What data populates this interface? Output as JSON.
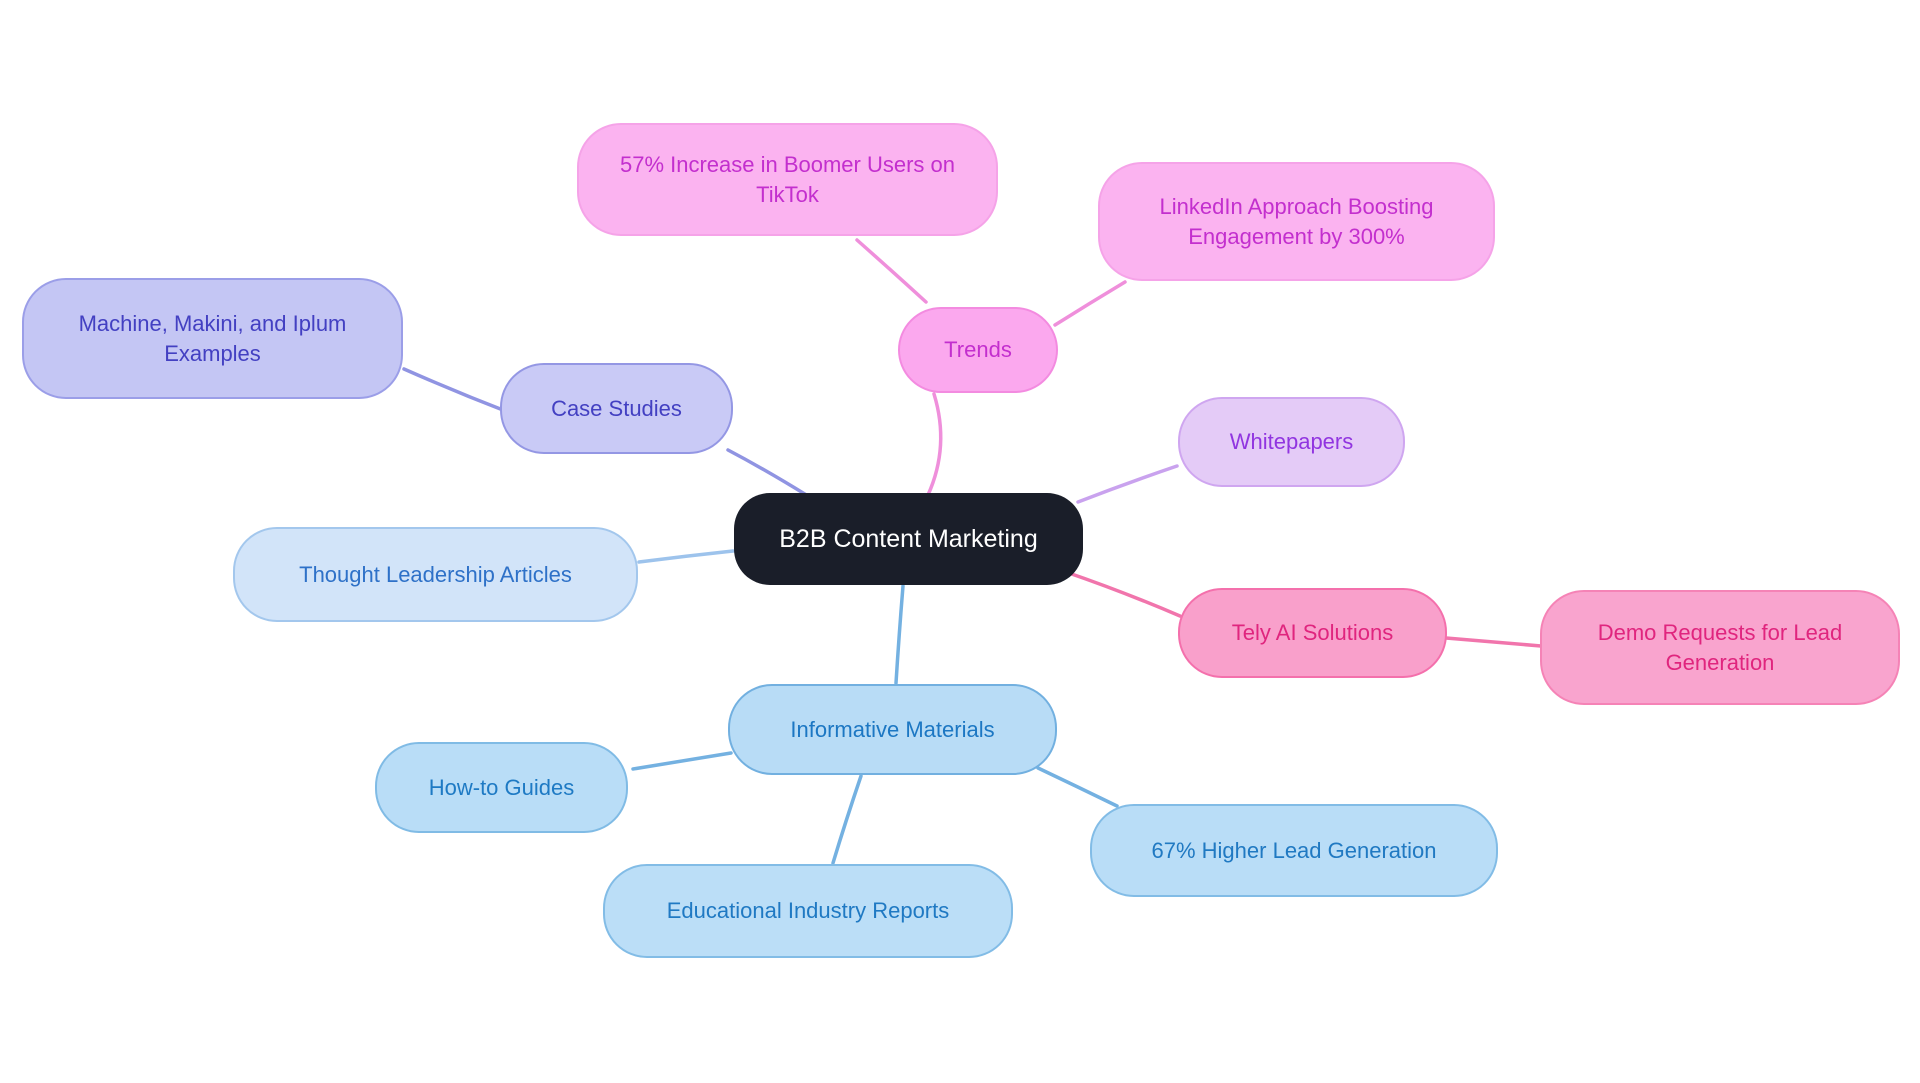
{
  "background": "#FFFFFF",
  "mindmap": {
    "root": {
      "label": "B2B Content Marketing",
      "fill": "#1A1E29",
      "text_color": "#FFFFFF"
    },
    "branches": [
      {
        "label": "Trends",
        "fill": "#FBA8EE",
        "border": "#F38BE0",
        "text_color": "#C32FCE",
        "edge_color": "#EF8FDB",
        "children": [
          {
            "label": "57% Increase in Boomer Users on TikTok",
            "fill": "#FBB3F0",
            "border": "#F5A3E8",
            "text_color": "#C32FCE"
          },
          {
            "label": "LinkedIn Approach Boosting Engagement by 300%",
            "fill": "#FBB3F0",
            "border": "#F5A3E8",
            "text_color": "#C32FCE"
          }
        ]
      },
      {
        "label": "Case Studies",
        "fill": "#C9CAF6",
        "border": "#9497E4",
        "text_color": "#4340C2",
        "edge_color": "#9094E2",
        "children": [
          {
            "label": "Machine, Makini, and Iplum Examples",
            "fill": "#C4C6F4",
            "border": "#9B9EE8",
            "text_color": "#4340C2"
          }
        ]
      },
      {
        "label": "Whitepapers",
        "fill": "#E4CBF7",
        "border": "#CFA6F0",
        "text_color": "#9135E0",
        "edge_color": "#C9A2EE",
        "children": []
      },
      {
        "label": "Thought Leadership Articles",
        "fill": "#D2E4F9",
        "border": "#A3C7ED",
        "text_color": "#2E71C8",
        "edge_color": "#9DC3EC",
        "children": []
      },
      {
        "label": "Tely AI Solutions",
        "fill": "#F9A0CB",
        "border": "#F470AC",
        "text_color": "#E0257E",
        "edge_color": "#F175AC",
        "children": [
          {
            "label": "Demo Requests for Lead Generation",
            "fill": "#F9A4CE",
            "border": "#F583B6",
            "text_color": "#E0257E"
          }
        ]
      },
      {
        "label": "Informative Materials",
        "fill": "#B8DCF6",
        "border": "#72B0E0",
        "text_color": "#1C77C3",
        "edge_color": "#74B1E1",
        "children": [
          {
            "label": "How-to Guides",
            "fill": "#B9DDF7",
            "border": "#80BBE5",
            "text_color": "#1E7AC4"
          },
          {
            "label": "Educational Industry Reports",
            "fill": "#BBDEF7",
            "border": "#82BCE6",
            "text_color": "#1F79C3"
          },
          {
            "label": "67% Higher Lead Generation",
            "fill": "#B9DDF7",
            "border": "#82BCE6",
            "text_color": "#2079C2"
          }
        ]
      }
    ]
  }
}
